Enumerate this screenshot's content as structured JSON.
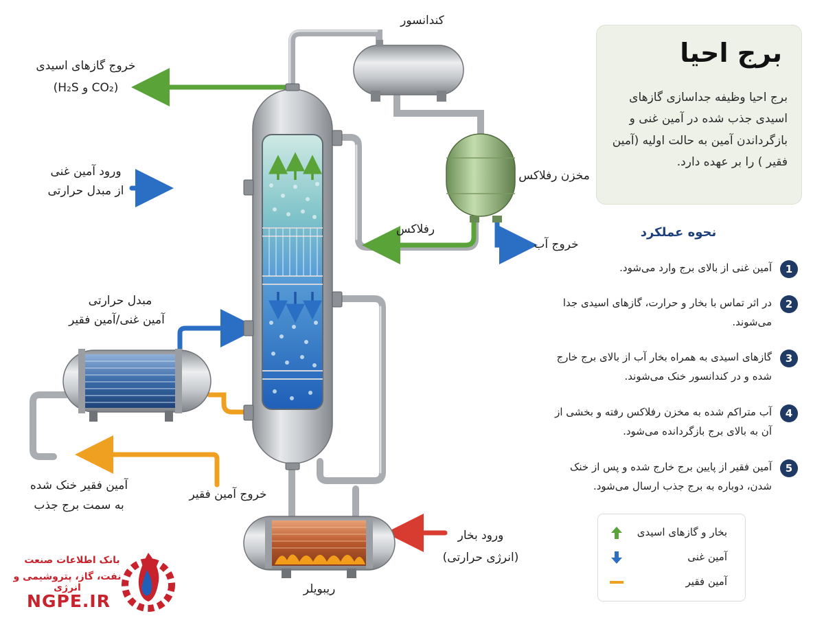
{
  "info_box": {
    "title": "برج احیا",
    "description": "برج احیا وظیفه جداسازی گازهای اسیدی جذب شده در آمین غنی و بازگرداندن آمین به حالت اولیه (آمین فقیر ) را بر عهده دارد."
  },
  "labels": {
    "condenser": "کندانسور",
    "acid_gas_out": "خروج گازهای اسیدی",
    "acid_gas_formula": "(H₂S و CO₂)",
    "rich_amine_in_1": "ورود آمین غنی",
    "rich_amine_in_2": "از مبدل حرارتی",
    "reflux_drum": "مخزن رفلاکس",
    "reflux": "رفلاکس",
    "water_out": "خروج آب",
    "hx_1": "مبدل حرارتی",
    "hx_2": "آمین غنی/آمین فقیر",
    "cooled_lean_1": "آمین فقیر خنک شده",
    "cooled_lean_2": "به سمت برج جذب",
    "lean_amine_out": "خروج آمین فقیر",
    "steam_in_1": "ورود بخار",
    "steam_in_2": "(انرژی حرارتی)",
    "reboiler": "ریبویلر"
  },
  "operation": {
    "title": "نحوه عملکرد",
    "steps": [
      {
        "num": "1",
        "text": "آمین غنی از بالای برج وارد می‌شود."
      },
      {
        "num": "2",
        "text": "در اثر تماس با بخار و حرارت، گازهای اسیدی جدا می‌شوند."
      },
      {
        "num": "3",
        "text": "گازهای اسیدی به همراه بخار آب از بالای برج خارج شده و در کندانسور خنک می‌شوند."
      },
      {
        "num": "4",
        "text": "آب متراکم شده به مخزن رفلاکس رفته و بخشی از آن به بالای برج بازگردانده می‌شود."
      },
      {
        "num": "5",
        "text": "آمین فقیر از پایین برج خارج شده و پس از خنک شدن، دوباره به برج جذب ارسال می‌شود."
      }
    ]
  },
  "legend": [
    {
      "icon": "green-up-arrow-icon",
      "text": "بخار و گازهای اسیدی",
      "color": "#5aa339"
    },
    {
      "icon": "blue-down-arrow-icon",
      "text": "آمین غنی",
      "color": "#2a6fc4"
    },
    {
      "icon": "orange-line-icon",
      "text": "آمین فقیر",
      "color": "#f0a020"
    }
  ],
  "brand": {
    "line1": "بانک اطلاعات صنعت",
    "line2": "نفت، گاز، پتروشیمی و انرژی",
    "site": "NGPE.IR"
  },
  "colors": {
    "vapor": "#5aa339",
    "rich_amine": "#2a6fc4",
    "lean_amine": "#f0a020",
    "steam": "#d83b2f",
    "steel": "#b8bcc0",
    "brand_red": "#c8232c",
    "heading_blue": "#1d3f7a"
  }
}
